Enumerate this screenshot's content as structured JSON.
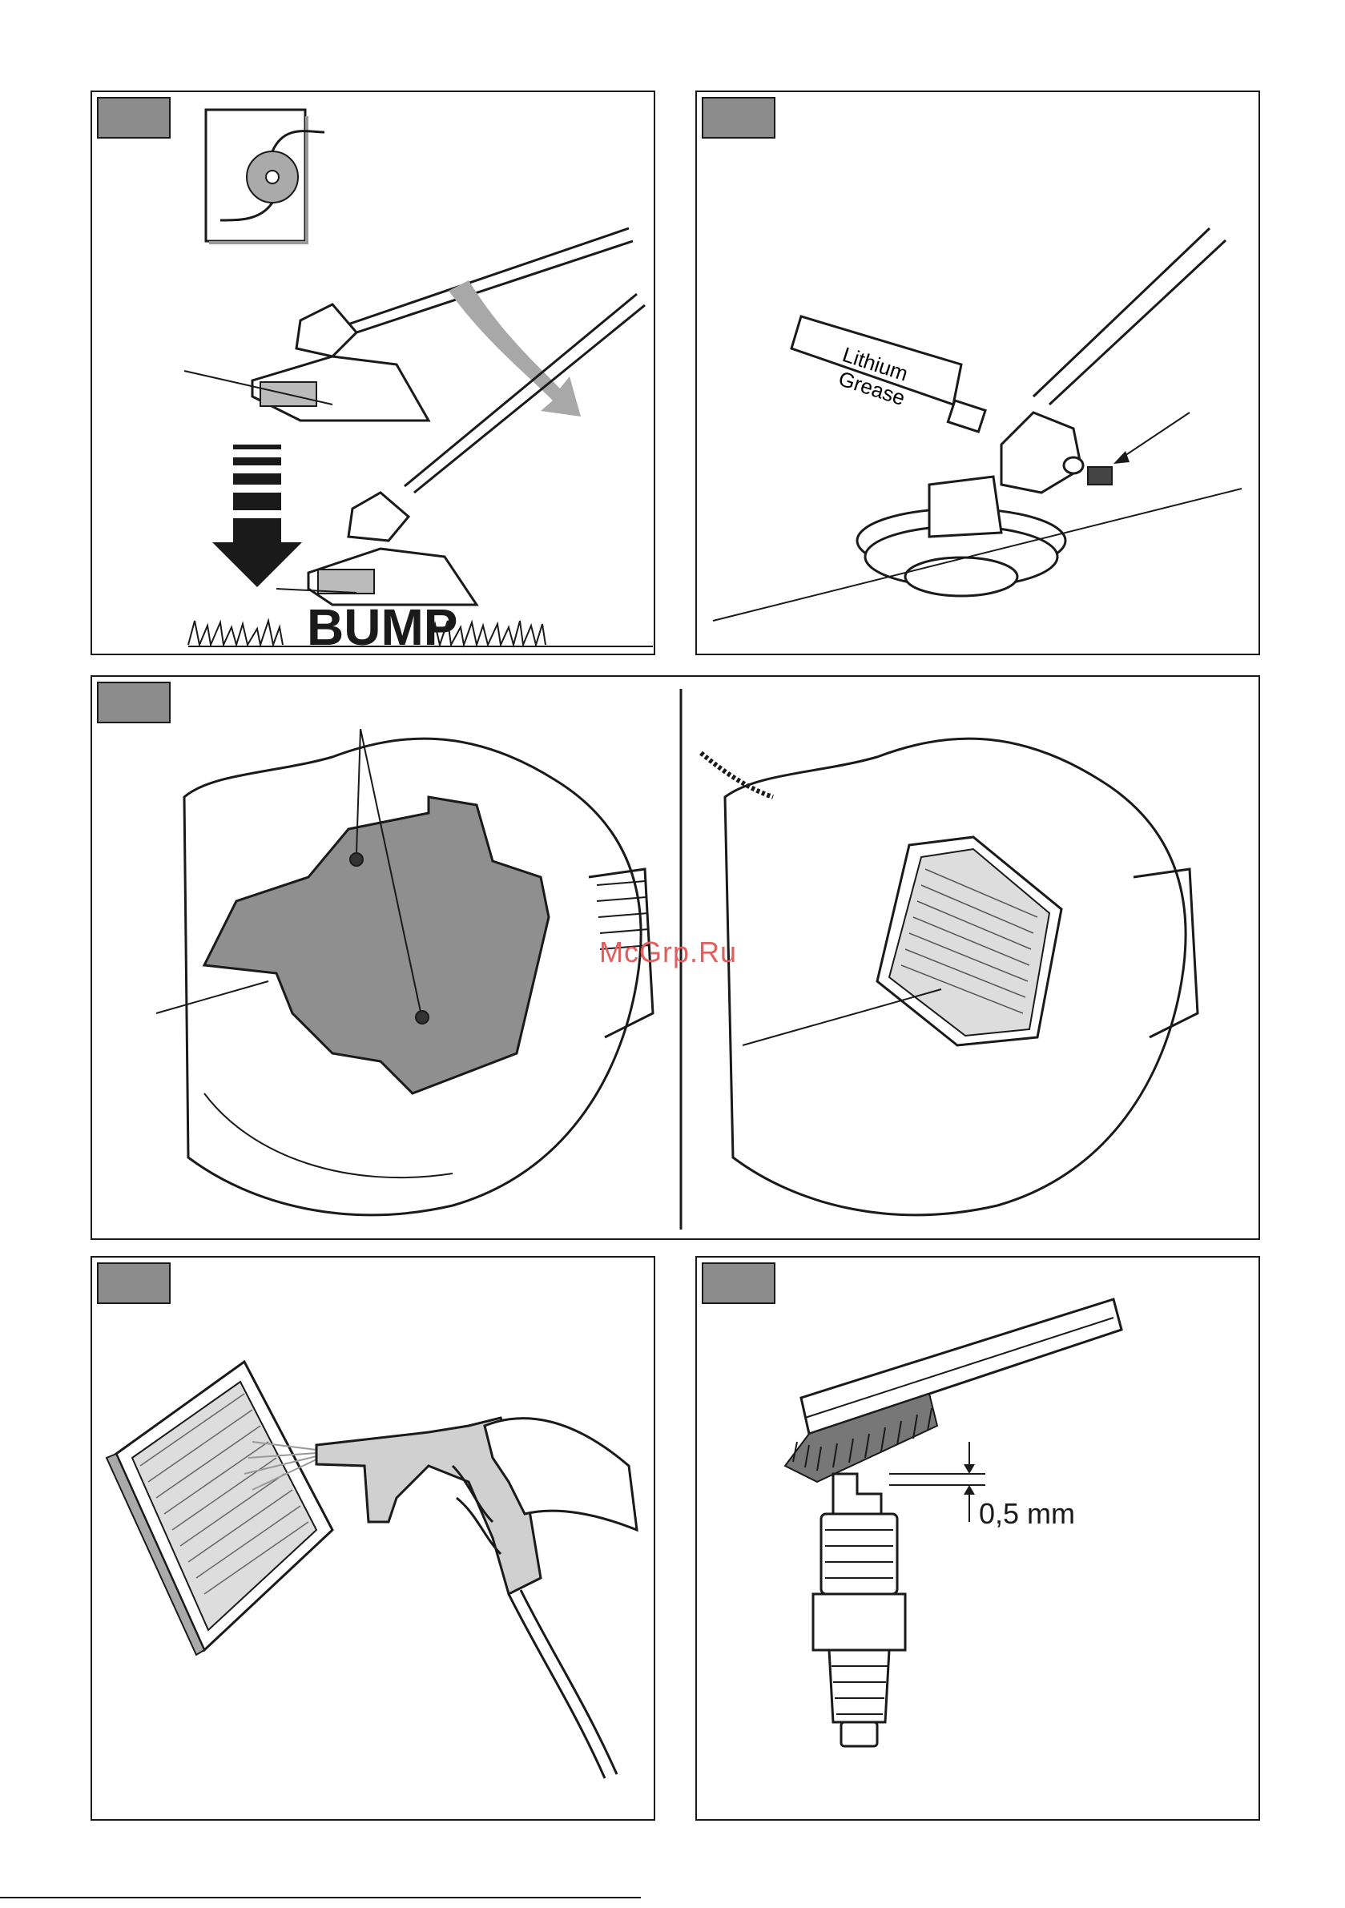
{
  "panels": {
    "p1": {
      "bump_text": "BUMP"
    },
    "p2": {
      "grease_line1": "Lithium",
      "grease_line2": "Grease"
    },
    "p6": {
      "gap_label": "0,5 mm"
    }
  },
  "watermark": "McGrp.Ru",
  "colors": {
    "tag_fill": "#8c8c8c",
    "cover_fill": "#8f8f8f",
    "line": "#1a1a1a",
    "watermark": "#e06060"
  },
  "icons": [
    "trimmer-head-icon",
    "down-arrow-icon",
    "curved-arrow-icon",
    "grease-tube-icon",
    "screw-icon",
    "air-filter-icon",
    "air-gun-icon",
    "brush-icon",
    "spark-plug-icon"
  ]
}
